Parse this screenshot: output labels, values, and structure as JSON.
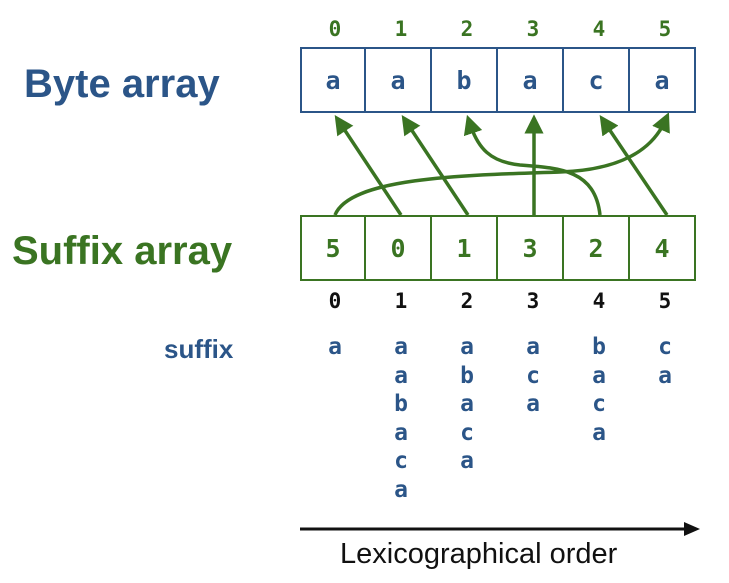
{
  "colors": {
    "blue": "#2b5588",
    "green": "#3a7422",
    "black": "#111111"
  },
  "byte_array": {
    "title": "Byte array",
    "indices": [
      "0",
      "1",
      "2",
      "3",
      "4",
      "5"
    ],
    "cells": [
      "a",
      "a",
      "b",
      "a",
      "c",
      "a"
    ]
  },
  "suffix_array": {
    "title": "Suffix array",
    "cells": [
      "5",
      "0",
      "1",
      "3",
      "2",
      "4"
    ],
    "indices": [
      "0",
      "1",
      "2",
      "3",
      "4",
      "5"
    ]
  },
  "suffix": {
    "label": "suffix",
    "columns": [
      [
        "a"
      ],
      [
        "a",
        "a",
        "b",
        "a",
        "c",
        "a"
      ],
      [
        "a",
        "b",
        "a",
        "c",
        "a"
      ],
      [
        "a",
        "c",
        "a"
      ],
      [
        "b",
        "a",
        "c",
        "a"
      ],
      [
        "c",
        "a"
      ]
    ]
  },
  "axis": {
    "label": "Lexicographical order"
  }
}
